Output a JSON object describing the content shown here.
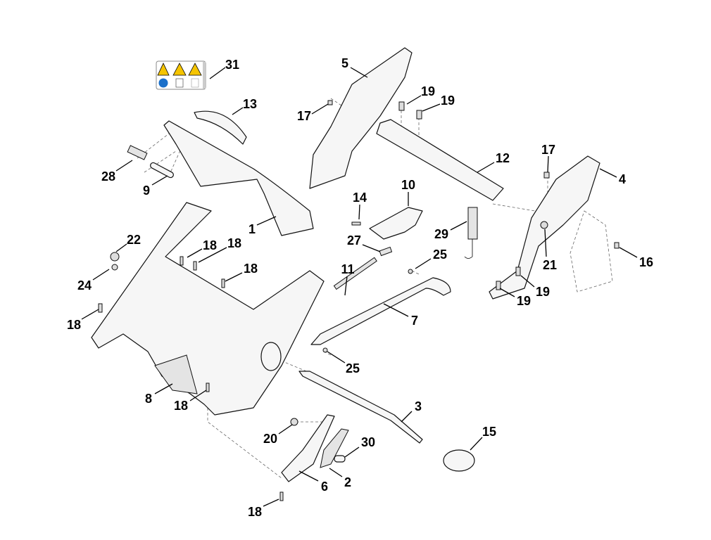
{
  "diagram": {
    "type": "exploded parts diagram",
    "callouts": [
      "31",
      "5",
      "13",
      "19",
      "19",
      "17",
      "17",
      "12",
      "4",
      "28",
      "9",
      "10",
      "14",
      "29",
      "1",
      "22",
      "18",
      "18",
      "27",
      "25",
      "21",
      "16",
      "18",
      "11",
      "24",
      "19",
      "19",
      "18",
      "7",
      "25",
      "8",
      "18",
      "3",
      "15",
      "20",
      "30",
      "6",
      "2",
      "18"
    ],
    "safety_label": {
      "warning_icons": [
        "warning-triangle-icon",
        "hand-cut-hazard-icon",
        "foot-cut-hazard-icon"
      ],
      "instruction_icons": [
        "read-manual-icon",
        "keep-distance-icon",
        "disconnect-icon"
      ],
      "warning_color": "#f5c400",
      "instruction_color": "#1a6fc9"
    }
  }
}
